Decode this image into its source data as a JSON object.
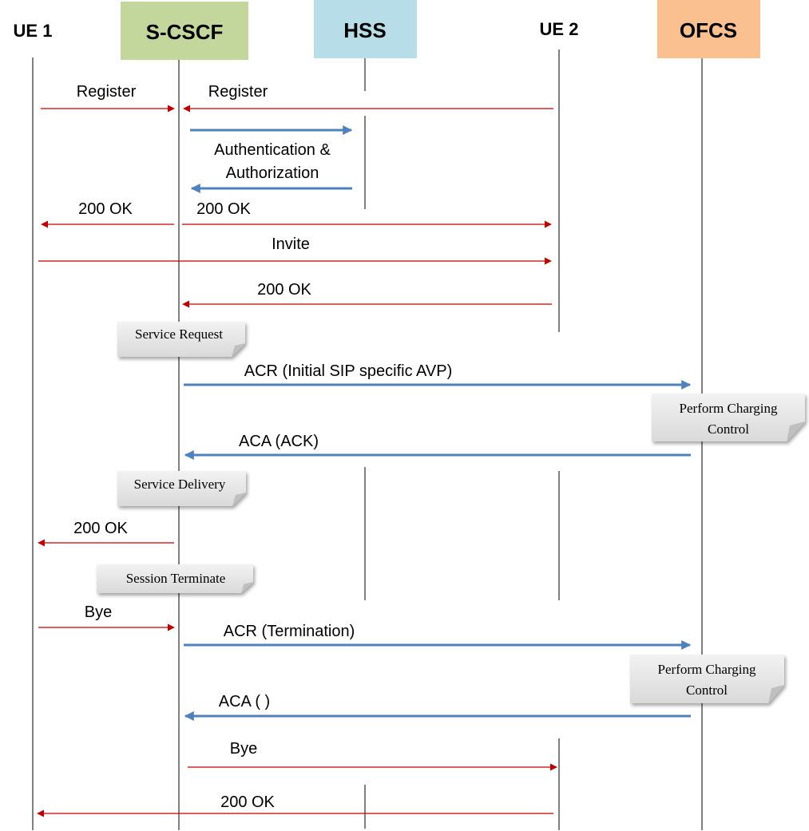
{
  "actors": {
    "ue1": {
      "label": "UE 1"
    },
    "scscf": {
      "label": "S-CSCF",
      "fill": "#c3d69b"
    },
    "hss": {
      "label": "HSS",
      "fill": "#b7dde8"
    },
    "ue2": {
      "label": "UE 2"
    },
    "ofcs": {
      "label": "OFCS",
      "fill": "#fac090"
    }
  },
  "colors": {
    "sip_message": "#c00000",
    "diameter_message": "#4f81bd",
    "note_fill": "#e6e6e6"
  },
  "messages": {
    "register_ue1": "Register",
    "register_ue2": "Register",
    "auth": "Authentication &",
    "auth_line2": "Authorization",
    "ok_to_ue1": "200 OK",
    "ok_to_ue2": "200 OK",
    "invite": "Invite",
    "ok_from_ue2": "200 OK",
    "acr_initial": "ACR (Initial SIP specific AVP)",
    "aca_ack": "ACA (ACK)",
    "ok_delivery": "200 OK",
    "bye_ue1": "Bye",
    "acr_termination": "ACR (Termination)",
    "aca_empty": "ACA ( )",
    "bye_ue2": "Bye",
    "ok_final": "200 OK"
  },
  "notes": {
    "service_request": "Service  Request",
    "charging_1_line1": "Perform Charging",
    "charging_1_line2": "Control",
    "service_delivery": "Service  Delivery",
    "session_terminate": "Session Terminate",
    "charging_2_line1": "Perform Charging",
    "charging_2_line2": "Control"
  }
}
